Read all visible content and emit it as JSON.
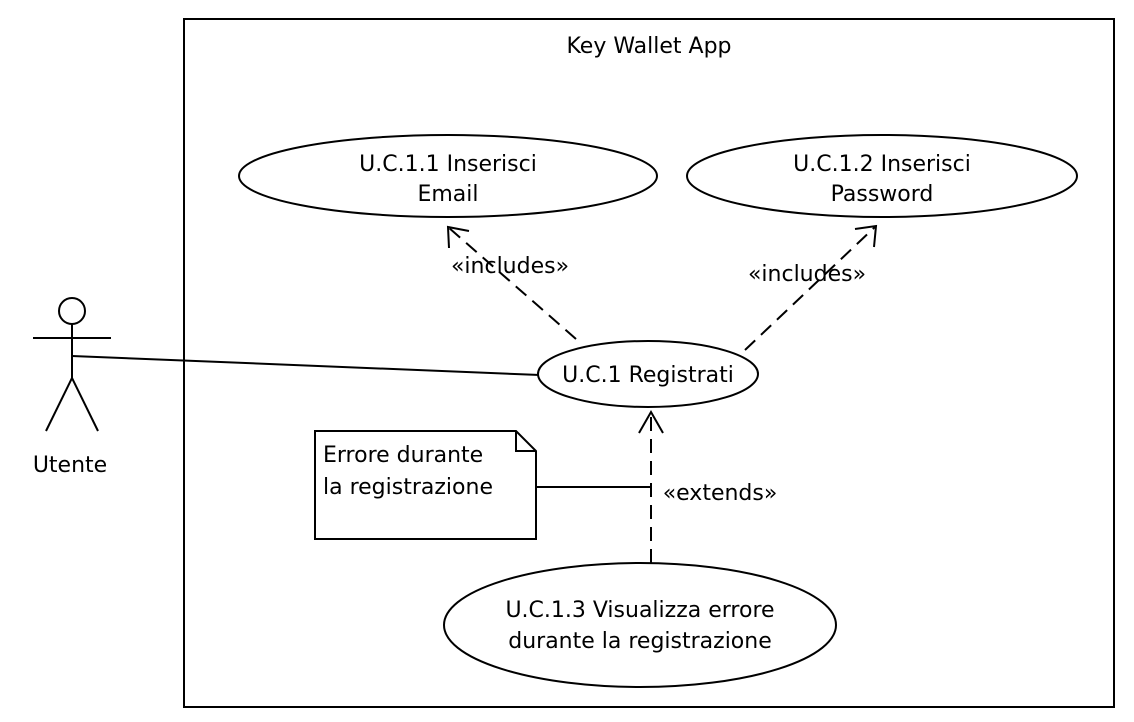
{
  "system": {
    "title": "Key Wallet App"
  },
  "actor": {
    "name": "Utente"
  },
  "use_cases": {
    "email": {
      "line1": "U.C.1.1 Inserisci",
      "line2": "Email"
    },
    "password": {
      "line1": "U.C.1.2 Inserisci",
      "line2": "Password"
    },
    "registrati": {
      "label": "U.C.1 Registrati"
    },
    "errore": {
      "line1": "U.C.1.3 Visualizza errore",
      "line2": "durante la registrazione"
    }
  },
  "relations": {
    "include_email": "«includes»",
    "include_password": "«includes»",
    "extend_errore": "«extends»"
  },
  "note": {
    "line1": "Errore durante",
    "line2": "la registrazione"
  }
}
